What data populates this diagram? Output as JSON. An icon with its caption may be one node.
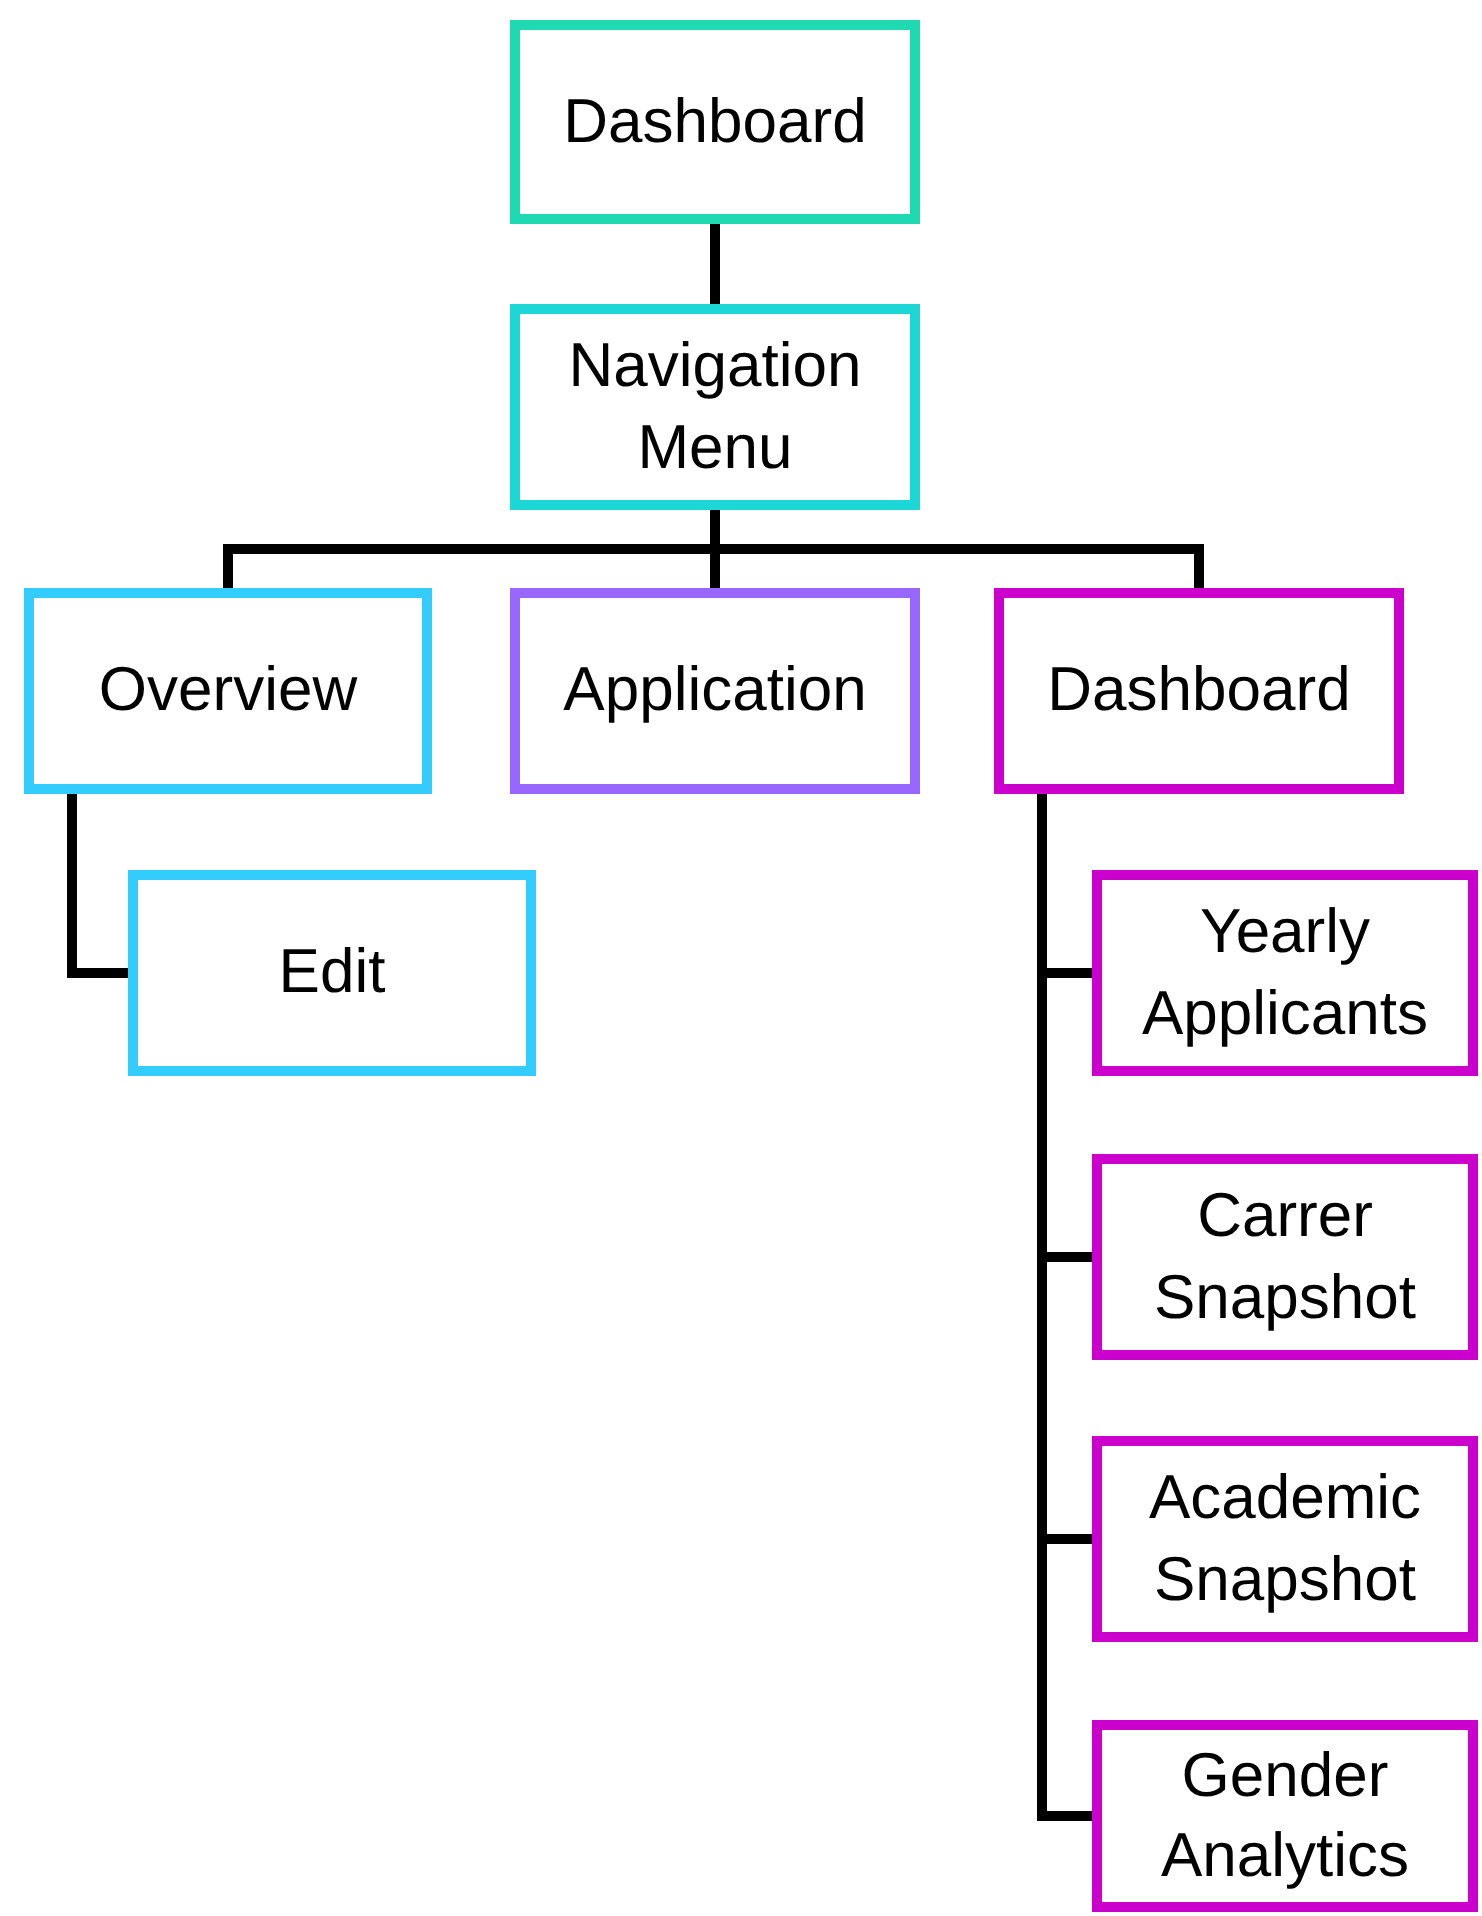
{
  "diagram": {
    "nodes": [
      {
        "text": [
          "Dashboard"
        ]
      },
      {
        "text": [
          "Navigation Menu"
        ]
      },
      {
        "text": [
          "Overview"
        ]
      },
      {
        "text": [
          "Application"
        ]
      },
      {
        "text": [
          "Dashboard"
        ]
      },
      {
        "text": [
          "Edit"
        ]
      },
      {
        "text": [
          "Yearly Applicants"
        ]
      },
      {
        "text": [
          "Carrer Snapshot"
        ]
      },
      {
        "text": [
          "Academic Snapshot"
        ]
      },
      {
        "text": [
          "Gender Analytics"
        ]
      }
    ],
    "edges": [
      {
        "from": 0,
        "to": 1,
        "arrow": "none"
      },
      {
        "from": 1,
        "to": 2,
        "arrow": "none"
      },
      {
        "from": 1,
        "to": 3,
        "arrow": "none"
      },
      {
        "from": 1,
        "to": 4,
        "arrow": "none"
      },
      {
        "from": 2,
        "to": 5,
        "arrow": "none"
      },
      {
        "from": 4,
        "to": 6,
        "arrow": "none"
      },
      {
        "from": 4,
        "to": 7,
        "arrow": "none"
      },
      {
        "from": 4,
        "to": 8,
        "arrow": "none"
      },
      {
        "from": 4,
        "to": 9,
        "arrow": "none"
      }
    ]
  }
}
